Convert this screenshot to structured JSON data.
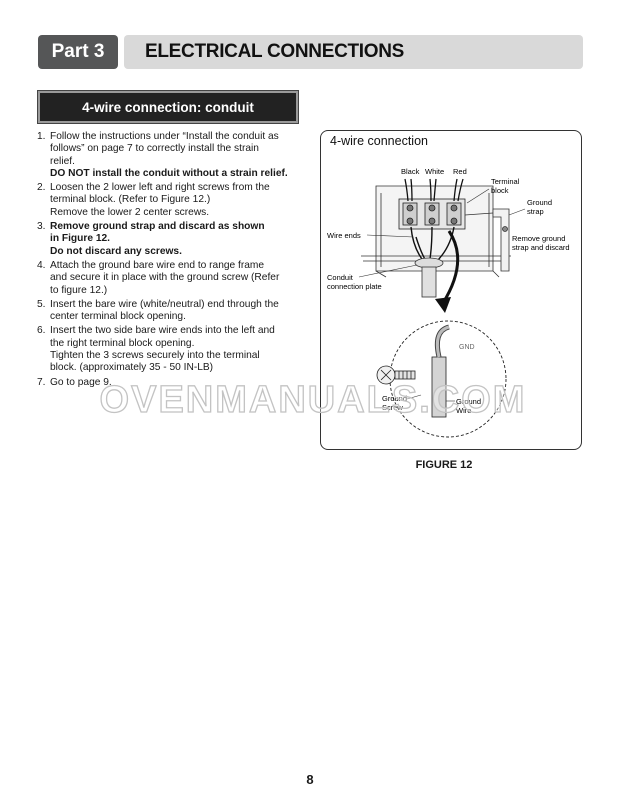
{
  "header": {
    "part_label": "Part 3",
    "title": "ELECTRICAL CONNECTIONS"
  },
  "section": {
    "title": "4-wire connection: conduit"
  },
  "steps": [
    {
      "num": "1.",
      "lines": [
        {
          "text": "Follow the instructions under “Install the conduit as",
          "bold": false
        },
        {
          "text": "follows” on page 7 to correctly install the strain",
          "bold": false
        },
        {
          "text": "relief.",
          "bold": false
        },
        {
          "text": "DO NOT install the conduit without a strain relief.",
          "bold": true
        }
      ]
    },
    {
      "num": "2.",
      "lines": [
        {
          "text": "Loosen the 2 lower left and right screws from the",
          "bold": false
        },
        {
          "text": "terminal block. (Refer to Figure 12.)",
          "bold": false
        },
        {
          "text": "Remove the lower 2 center screws.",
          "bold": false
        }
      ]
    },
    {
      "num": "3.",
      "lines": [
        {
          "text": "Remove ground strap and discard as shown",
          "bold": true
        },
        {
          "text": "in Figure 12.",
          "bold": true
        },
        {
          "text": "Do not discard any screws.",
          "bold": true
        }
      ]
    },
    {
      "num": "4.",
      "lines": [
        {
          "text": "Attach the ground bare wire end to range frame",
          "bold": false
        },
        {
          "text": "and secure it in place with the ground screw (Refer",
          "bold": false
        },
        {
          "text": "to figure 12.)",
          "bold": false
        }
      ]
    },
    {
      "num": "5.",
      "lines": [
        {
          "text": "Insert the bare wire (white/neutral) end through the",
          "bold": false
        },
        {
          "text": "center terminal block opening.",
          "bold": false
        }
      ]
    },
    {
      "num": "6.",
      "lines": [
        {
          "text": "Insert the two side bare wire ends into the left and",
          "bold": false
        },
        {
          "text": "the right terminal block opening.",
          "bold": false
        },
        {
          "text": "Tighten the 3 screws securely into the terminal",
          "bold": false
        },
        {
          "text": "block. (approximately 35 - 50 IN-LB)",
          "bold": false
        }
      ]
    },
    {
      "num": "7.",
      "lines": [
        {
          "text": "Go to page 9.",
          "bold": false
        }
      ]
    }
  ],
  "figure": {
    "title": "4-wire connection",
    "labels": {
      "black": "Black",
      "white": "White",
      "red": "Red",
      "terminal_block_1": "Terminal",
      "terminal_block_2": "block",
      "ground_strap_1": "Ground",
      "ground_strap_2": "strap",
      "remove_1": "Remove ground",
      "remove_2": "strap and discard",
      "wire_ends": "Wire ends",
      "conduit_1": "Conduit",
      "conduit_2": "connection plate",
      "gnd": "GND",
      "ground_screw_1": "Ground",
      "ground_screw_2": "Screw",
      "ground_wire_1": "Ground",
      "ground_wire_2": "Wire"
    },
    "caption": "FIGURE 12"
  },
  "watermark": "OVENMANUALS.COM",
  "page_number": "8"
}
